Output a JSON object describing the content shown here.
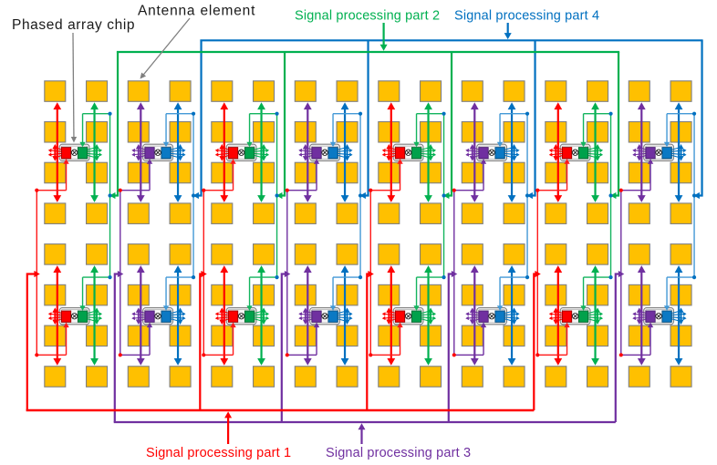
{
  "diagram": {
    "background": "#ffffff",
    "callouts": {
      "phased_array_chip": "Phased array chip",
      "antenna_element": "Antenna element",
      "text_color": "#1a1a1a",
      "leader_color": "#7f7f7f"
    },
    "signal_parts": [
      {
        "id": 1,
        "label": "Signal processing part 1",
        "color": "#ff0000",
        "label_position": "bottom"
      },
      {
        "id": 2,
        "label": "Signal processing part 2",
        "color": "#00b050",
        "label_position": "top"
      },
      {
        "id": 3,
        "label": "Signal processing part 3",
        "color": "#7030a0",
        "label_position": "bottom"
      },
      {
        "id": 4,
        "label": "Signal processing part 4",
        "color": "#0070c0",
        "label_position": "top"
      }
    ],
    "antenna_array": {
      "columns": 16,
      "rows": 8,
      "element_fill": "#ffc000",
      "element_stroke": "#7f7f7f"
    },
    "chips": {
      "count": 16,
      "per_row": 8,
      "body_fill": "#f6f6f6",
      "body_stroke": "#808080",
      "die_pairs": [
        {
          "left": "#ff0000",
          "right": "#00a14b"
        },
        {
          "left": "#7030a0",
          "right": "#0b79c4"
        }
      ],
      "mixer_icon": "circled-x",
      "junction_dot_bottom_fed": "#ff0000",
      "junction_dot_top_fed": "#0070c0"
    }
  }
}
